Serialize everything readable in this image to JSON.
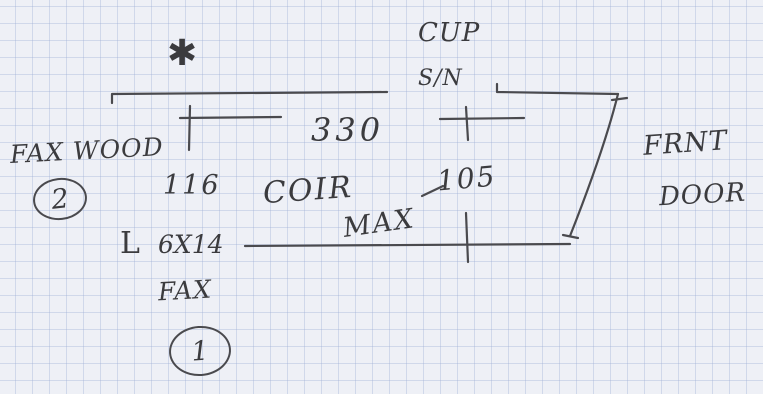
{
  "labels": {
    "star": "✱",
    "cup": "CUP",
    "sn": "S/N",
    "fax_wood": "FAX WOOD",
    "dim_330": "330",
    "front": "FRNT",
    "door": "DOOR",
    "dim_116": "116",
    "coir": "COIR",
    "dim_105": "105",
    "max": "MAX",
    "corner_l": "L",
    "dim_6x14": "6X14",
    "fax": "FAX",
    "circle_2": "2",
    "circle_1": "1"
  },
  "colors": {
    "ink": "#3b3b3e",
    "paper": "#eef0f6",
    "grid": "#a0afd7"
  }
}
